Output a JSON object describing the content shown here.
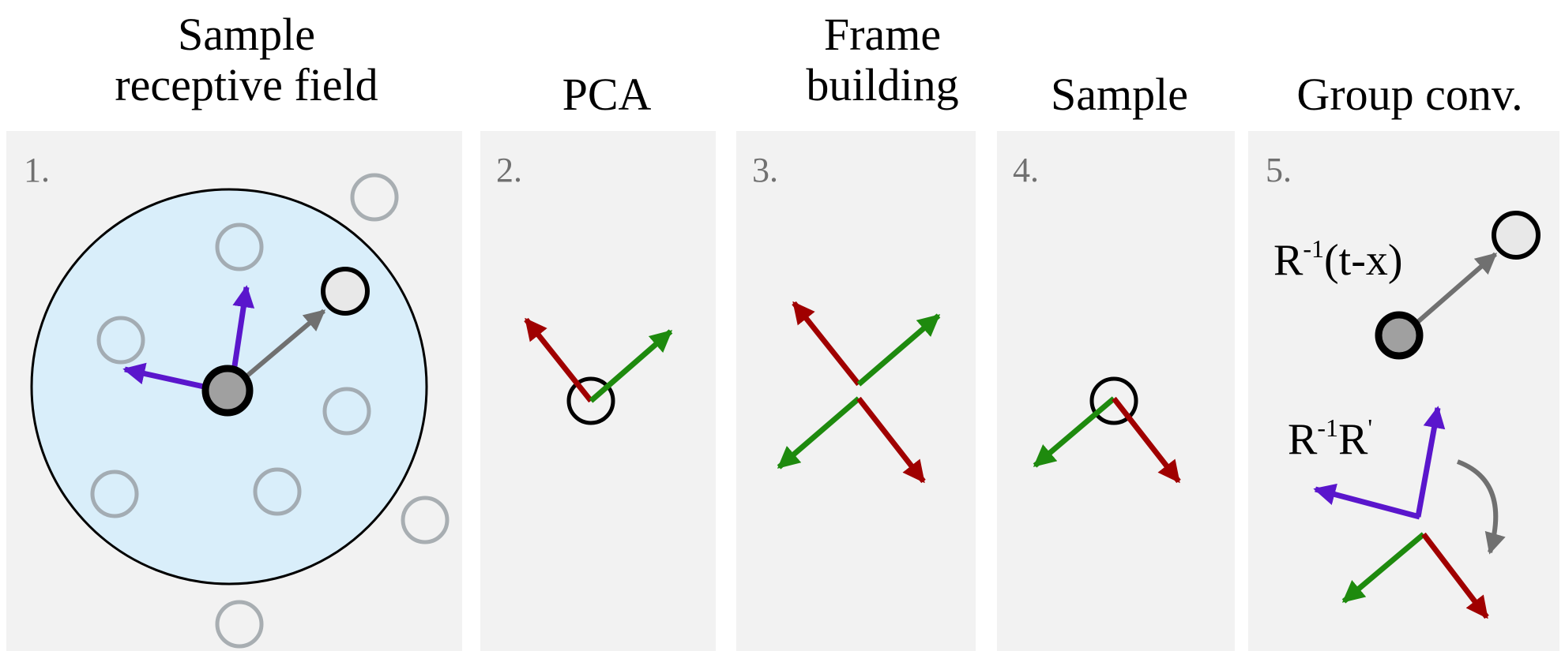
{
  "titles": {
    "p1_line1": "Sample",
    "p1_line2": "receptive field",
    "p2": "PCA",
    "p3_line1": "Frame",
    "p3_line2": "building",
    "p4": "Sample",
    "p5": "Group conv."
  },
  "step_numbers": [
    "1.",
    "2.",
    "3.",
    "4.",
    "5."
  ],
  "labels": {
    "translation_R": "R",
    "translation_sup": "-1",
    "translation_rest": "(t-x)",
    "rotation_R1": "R",
    "rotation_sup": "-1",
    "rotation_R2": "R",
    "rotation_prime": "'"
  },
  "colors": {
    "panel_bg": "#f2f2f2",
    "field_fill": "#d9eefa",
    "axis_red": "#a00000",
    "axis_green": "#1e8a0e",
    "axis_purple": "#5a16cc",
    "offset_gray": "#707070",
    "neighbor_stroke": "#a3acb3",
    "center_fill": "#a0a0a0",
    "target_fill": "#e8e8e8"
  }
}
